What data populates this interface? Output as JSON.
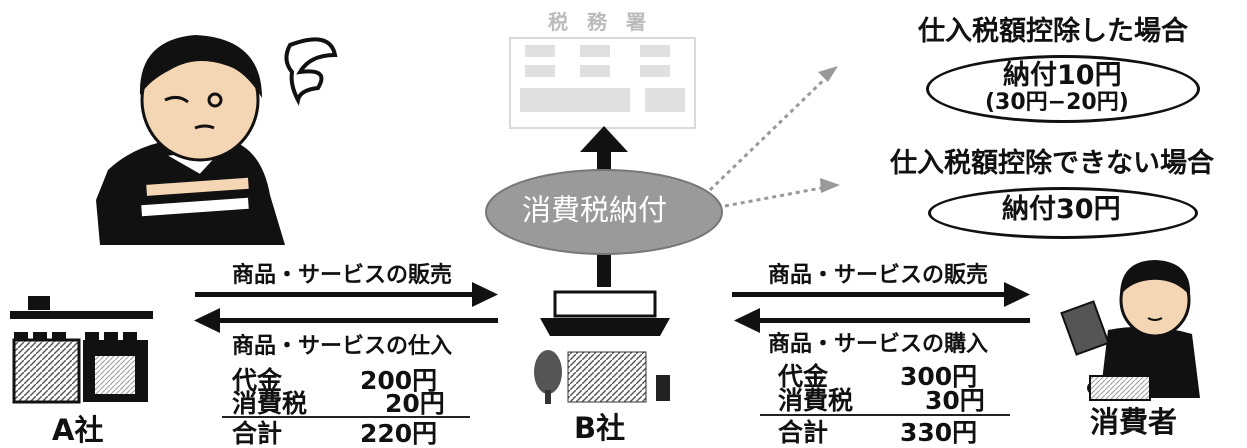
{
  "tax_office": {
    "label": "税 務 署"
  },
  "tax_payment": {
    "label": "消費税納付"
  },
  "scenario_deduct": {
    "title": "仕入税額控除した場合",
    "payment": "納付10円",
    "calc": "(30円−20円)"
  },
  "scenario_no_deduct": {
    "title": "仕入税額控除できない場合",
    "payment": "納付30円"
  },
  "flow_a_b": {
    "sale_label": "商品・サービスの販売",
    "purchase_label": "商品・サービスの仕入",
    "price_label": "代金",
    "price_value": "200円",
    "tax_label": "消費税",
    "tax_value": "20円",
    "total_label": "合計",
    "total_value": "220円"
  },
  "flow_b_consumer": {
    "sale_label": "商品・サービスの販売",
    "purchase_label": "商品・サービスの購入",
    "price_label": "代金",
    "price_value": "300円",
    "tax_label": "消費税",
    "tax_value": "30円",
    "total_label": "合計",
    "total_value": "330円"
  },
  "entities": {
    "company_a": "A社",
    "company_b": "B社",
    "consumer": "消費者"
  },
  "colors": {
    "ink": "#111111",
    "ellipse": "#9a9a9a",
    "building_faded": "#c8c8c8"
  }
}
